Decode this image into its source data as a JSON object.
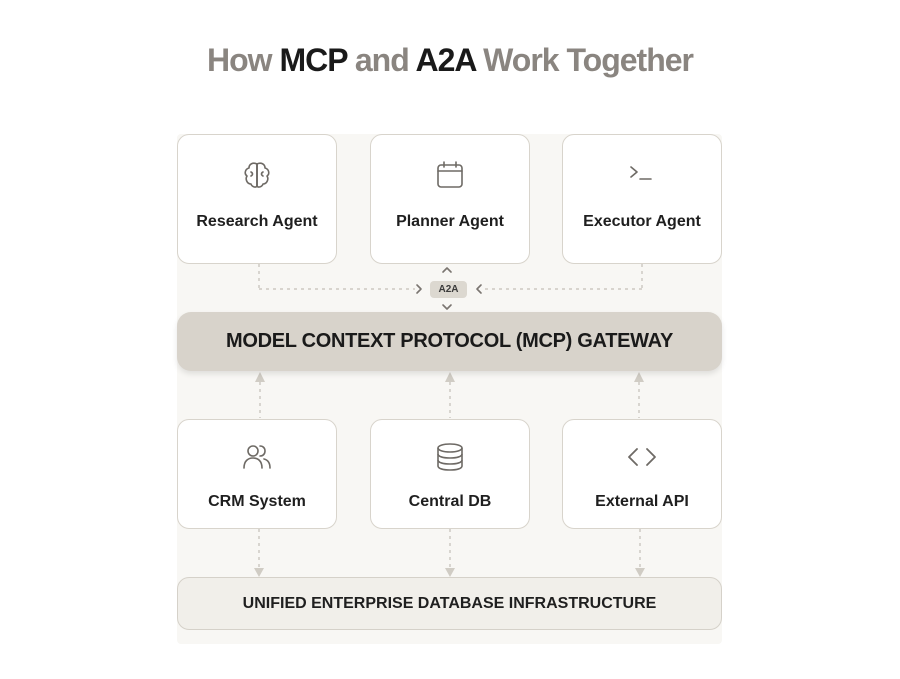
{
  "title": {
    "pre": "How ",
    "mcp": "MCP",
    "mid": " and ",
    "a2a": "A2A",
    "post": " Work Together"
  },
  "agents": [
    {
      "label": "Research Agent",
      "icon": "brain-icon"
    },
    {
      "label": "Planner Agent",
      "icon": "calendar-icon"
    },
    {
      "label": "Executor Agent",
      "icon": "terminal-icon"
    }
  ],
  "a2a_badge": "A2A",
  "gateway": "MODEL CONTEXT PROTOCOL (MCP) GATEWAY",
  "sources": [
    {
      "label": "CRM System",
      "icon": "users-icon"
    },
    {
      "label": "Central DB",
      "icon": "database-icon"
    },
    {
      "label": "External API",
      "icon": "code-icon"
    }
  ],
  "infrastructure": "UNIFIED ENTERPRISE DATABASE INFRASTRUCTURE",
  "colors": {
    "accent_text": "#1a1a1a",
    "muted_text": "#8a8580",
    "gateway_bg": "#d8d3cb",
    "connector": "#bdb8b0"
  }
}
